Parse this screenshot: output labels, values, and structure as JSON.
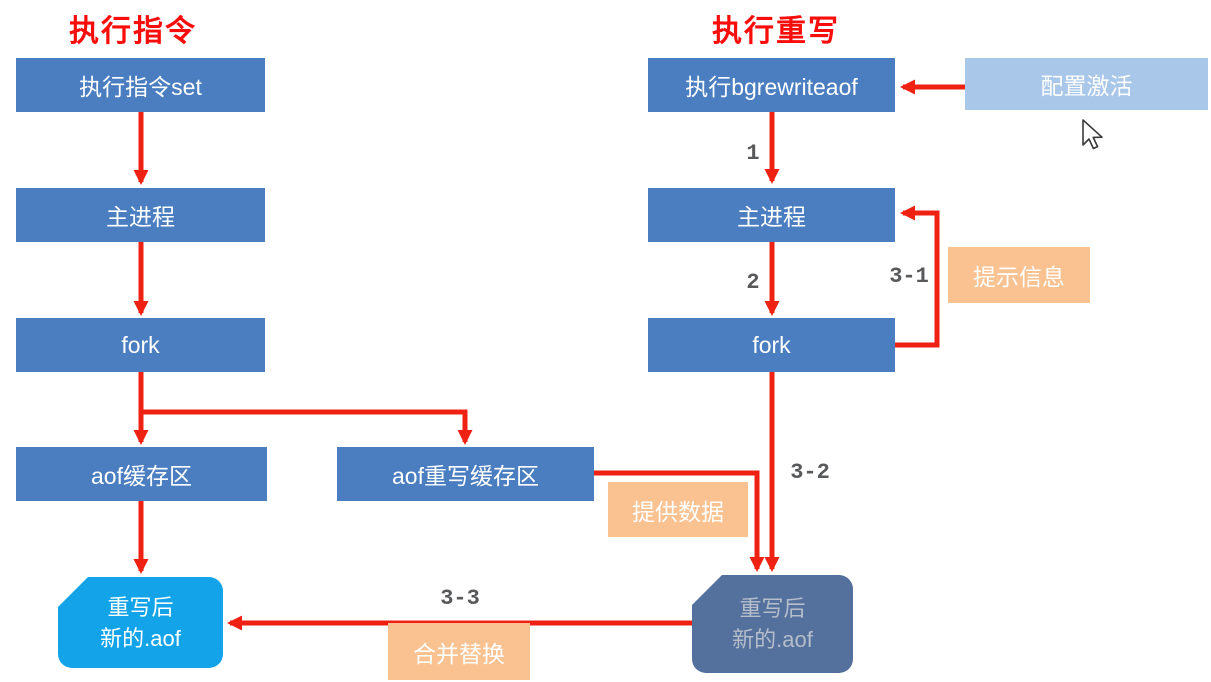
{
  "titles": {
    "left": "执行指令",
    "right": "执行重写"
  },
  "left_flow": {
    "exec_set": "执行指令set",
    "main_process": "主进程",
    "fork": "fork",
    "aof_buffer": "aof缓存区",
    "aof_rewrite_buffer": "aof重写缓存区",
    "new_aof": {
      "line1": "重写后",
      "line2": "新的.aof"
    }
  },
  "right_flow": {
    "exec_bgrewriteaof": "执行bgrewriteaof",
    "config_activate": "配置激活",
    "main_process": "主进程",
    "fork": "fork",
    "new_aof": {
      "line1": "重写后",
      "line2": "新的.aof"
    }
  },
  "annotations": {
    "hint_info": "提示信息",
    "provide_data": "提供数据",
    "merge_replace": "合并替换"
  },
  "step_labels": {
    "step1": "1",
    "step2": "2",
    "step3_1": "3-1",
    "step3_2": "3-2",
    "step3_3": "3-3"
  },
  "colors": {
    "node_blue": "#4A7EC0",
    "light_blue": "#A9C7E9",
    "orange": "#FAC191",
    "cyan": "#12A3E9",
    "slate_blue": "#54719D",
    "arrow_red": "#EE2113",
    "title_red": "#F90D0B",
    "label_gray": "#58595B"
  }
}
